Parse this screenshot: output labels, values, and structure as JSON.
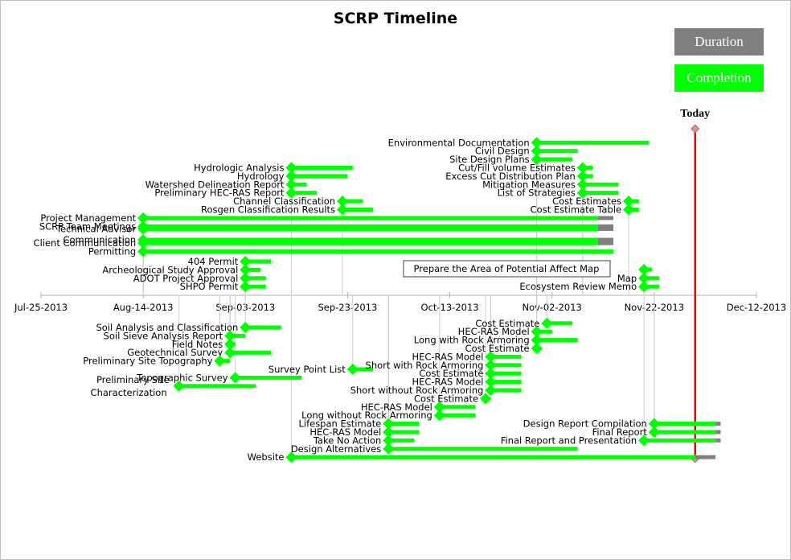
{
  "chart_data": {
    "type": "timeline",
    "title": "SCRP Timeline",
    "legend": [
      {
        "name": "Duration",
        "color": "#808080"
      },
      {
        "name": "Completion",
        "color": "#00ff00"
      }
    ],
    "axis": {
      "start": "2013-07-25",
      "end": "2013-12-12",
      "ticks": [
        "Jul-25-2013",
        "Aug-14-2013",
        "Sep-03-2013",
        "Sep-23-2013",
        "Oct-13-2013",
        "Nov-02-2013",
        "Nov-22-2013",
        "Dec-12-2013"
      ]
    },
    "today": {
      "label": "Today",
      "date": "2013-11-30"
    },
    "colors": {
      "completion": "#00ff00",
      "duration": "#808080",
      "today": "#ff0000",
      "marker": "#d9948e"
    },
    "callout": {
      "text": "Prepare the Area of Potential Affect Map"
    },
    "tasks": [
      {
        "label": "Environmental Documentation",
        "start": "2013-10-30",
        "end": "2013-11-21",
        "complete": "2013-11-21",
        "row": -9
      },
      {
        "label": "Civil Design",
        "start": "2013-10-30",
        "end": "2013-11-07",
        "complete": "2013-11-07",
        "row": -8
      },
      {
        "label": "Site Design Plans",
        "start": "2013-10-30",
        "end": "2013-11-06",
        "complete": "2013-11-06",
        "row": -7
      },
      {
        "label": "Cut/Fill volume Estimates",
        "start": "2013-11-08",
        "end": "2013-11-10",
        "complete": "2013-11-10",
        "row": -6
      },
      {
        "label": "Excess Cut Distribution Plan",
        "start": "2013-11-08",
        "end": "2013-11-10",
        "complete": "2013-11-10",
        "row": -5
      },
      {
        "label": "Mitigation Measures",
        "start": "2013-11-08",
        "end": "2013-11-15",
        "complete": "2013-11-15",
        "row": -4
      },
      {
        "label": "List of Strategies",
        "start": "2013-11-08",
        "end": "2013-11-15",
        "complete": "2013-11-15",
        "row": -3
      },
      {
        "label": "Cost Estimates",
        "start": "2013-11-17",
        "end": "2013-11-19",
        "complete": "2013-11-19",
        "row": -2
      },
      {
        "label": "Cost Estimate Table",
        "start": "2013-11-17",
        "end": "2013-11-19",
        "complete": "2013-11-19",
        "row": -1
      },
      {
        "label": "Hydrologic Analysis",
        "start": "2013-09-12",
        "end": "2013-09-24",
        "complete": "2013-09-24",
        "row": -6
      },
      {
        "label": "Hydrology",
        "start": "2013-09-12",
        "end": "2013-09-23",
        "complete": "2013-09-23",
        "row": -5
      },
      {
        "label": "Watershed Delineation Report",
        "start": "2013-09-12",
        "end": "2013-09-15",
        "complete": "2013-09-15",
        "row": -4
      },
      {
        "label": "Preliminary HEC-RAS Report",
        "start": "2013-09-12",
        "end": "2013-09-17",
        "complete": "2013-09-17",
        "row": -3
      },
      {
        "label": "Channel Classification",
        "start": "2013-09-22",
        "end": "2013-09-26",
        "complete": "2013-09-26",
        "row": -2
      },
      {
        "label": "Rosgen Classification Results",
        "start": "2013-09-22",
        "end": "2013-09-28",
        "complete": "2013-09-28",
        "row": -1
      },
      {
        "label": "Project Management",
        "start": "2013-08-14",
        "end": "2013-11-14",
        "complete": "2013-11-11",
        "row": 0
      },
      {
        "label": "SCRP Team Meetings",
        "start": "2013-08-14",
        "end": "2013-11-14",
        "complete": "2013-11-11",
        "row": 1
      },
      {
        "label": "Technical Advisor",
        "start": "2013-08-14",
        "end": "2013-11-14",
        "complete": "2013-11-11",
        "row": 1.3
      },
      {
        "label": "Communication",
        "start": "2013-08-14",
        "end": "2013-11-14",
        "complete": "2013-11-11",
        "row": 2.6
      },
      {
        "label": "Client Communication",
        "start": "2013-08-14",
        "end": "2013-11-14",
        "complete": "2013-11-11",
        "row": 3
      },
      {
        "label": "Permitting",
        "start": "2013-08-14",
        "end": "2013-11-14",
        "complete": "2013-11-14",
        "row": 4
      },
      {
        "label": "404 Permit",
        "start": "2013-09-03",
        "end": "2013-09-08",
        "complete": "2013-09-08",
        "row": 5
      },
      {
        "label": "Archeological Study Approval",
        "start": "2013-09-03",
        "end": "2013-09-06",
        "complete": "2013-09-06",
        "row": 6
      },
      {
        "label": "ADOT Project Approval",
        "start": "2013-09-03",
        "end": "2013-09-07",
        "complete": "2013-09-07",
        "row": 7
      },
      {
        "label": "SHPO Permit",
        "start": "2013-09-03",
        "end": "2013-09-07",
        "complete": "2013-09-07",
        "row": 8
      },
      {
        "label": "Map",
        "start": "2013-11-20",
        "end": "2013-11-23",
        "complete": "2013-11-23",
        "row": 7
      },
      {
        "label": "Ecosystem Review Memo",
        "start": "2013-11-20",
        "end": "2013-11-23",
        "complete": "2013-11-23",
        "row": 8
      },
      {
        "label": "Soil Analysis and Classification",
        "start": "2013-09-03",
        "end": "2013-09-10",
        "complete": "2013-09-10",
        "row": 10
      },
      {
        "label": "Soil Sieve Analysis Report",
        "start": "2013-08-31",
        "end": "2013-09-03",
        "complete": "2013-09-03",
        "row": 11
      },
      {
        "label": "Field Notes",
        "start": "2013-08-31",
        "end": "2013-09-01",
        "complete": "2013-09-01",
        "row": 12
      },
      {
        "label": "Geotechnical Survey",
        "start": "2013-08-31",
        "end": "2013-09-08",
        "complete": "2013-09-08",
        "row": 13
      },
      {
        "label": "Preliminary Site Topography",
        "start": "2013-08-29",
        "end": "2013-08-31",
        "complete": "2013-08-31",
        "row": 14
      },
      {
        "label": "Survey Point List",
        "start": "2013-09-24",
        "end": "2013-09-28",
        "complete": "2013-09-28",
        "row": 15
      },
      {
        "label": "Topographic Survey",
        "start": "2013-09-01",
        "end": "2013-09-14",
        "complete": "2013-09-14",
        "row": 16
      },
      {
        "label": "Preliminary Site Characterization",
        "start": "2013-08-21",
        "end": "2013-09-05",
        "complete": "2013-09-05",
        "row": 17
      },
      {
        "label": "Cost Estimate",
        "start": "2013-11-01",
        "end": "2013-11-06",
        "complete": "2013-11-06",
        "row": 9.5
      },
      {
        "label": "HEC-RAS Model",
        "start": "2013-10-30",
        "end": "2013-11-02",
        "complete": "2013-11-02",
        "row": 10.5
      },
      {
        "label": "Long with Rock Armoring",
        "start": "2013-10-30",
        "end": "2013-11-07",
        "complete": "2013-11-07",
        "row": 11.5
      },
      {
        "label": "Cost Estimate",
        "start": "2013-10-30",
        "end": "2013-10-31",
        "complete": "2013-10-31",
        "row": 12.5
      },
      {
        "label": "HEC-RAS Model",
        "start": "2013-10-21",
        "end": "2013-10-27",
        "complete": "2013-10-27",
        "row": 13.5
      },
      {
        "label": "Short with Rock Armoring",
        "start": "2013-10-21",
        "end": "2013-10-27",
        "complete": "2013-10-27",
        "row": 14.5
      },
      {
        "label": "Cost Estimate",
        "start": "2013-10-21",
        "end": "2013-10-27",
        "complete": "2013-10-27",
        "row": 15.5
      },
      {
        "label": "HEC-RAS Model",
        "start": "2013-10-21",
        "end": "2013-10-27",
        "complete": "2013-10-27",
        "row": 16.5
      },
      {
        "label": "Short without Rock Armoring",
        "start": "2013-10-21",
        "end": "2013-10-27",
        "complete": "2013-10-27",
        "row": 17.5
      },
      {
        "label": "Cost Estimate",
        "start": "2013-10-20",
        "end": "2013-10-21",
        "complete": "2013-10-21",
        "row": 18.5
      },
      {
        "label": "HEC-RAS Model",
        "start": "2013-10-11",
        "end": "2013-10-18",
        "complete": "2013-10-18",
        "row": 19.5
      },
      {
        "label": "Long without Rock Armoring",
        "start": "2013-10-11",
        "end": "2013-10-18",
        "complete": "2013-10-18",
        "row": 20.5
      },
      {
        "label": "Lifespan Estimate",
        "start": "2013-10-01",
        "end": "2013-10-07",
        "complete": "2013-10-07",
        "row": 21.5
      },
      {
        "label": "HEC-RAS Model",
        "start": "2013-10-01",
        "end": "2013-10-07",
        "complete": "2013-10-07",
        "row": 22.5
      },
      {
        "label": "Take No Action",
        "start": "2013-10-01",
        "end": "2013-10-06",
        "complete": "2013-10-06",
        "row": 23.5
      },
      {
        "label": "Design Alternatives",
        "start": "2013-10-01",
        "end": "2013-11-07",
        "complete": "2013-11-07",
        "row": 24.5
      },
      {
        "label": "Website",
        "start": "2013-09-12",
        "end": "2013-12-04",
        "complete": "2013-11-30",
        "row": 25.5
      },
      {
        "label": "Design Report Compilation",
        "start": "2013-11-22",
        "end": "2013-12-05",
        "complete": "2013-12-04",
        "row": 21.5
      },
      {
        "label": "Final Report",
        "start": "2013-11-22",
        "end": "2013-12-05",
        "complete": "2013-12-04",
        "row": 22.5
      },
      {
        "label": "Final Report and Presentation",
        "start": "2013-11-20",
        "end": "2013-12-05",
        "complete": "2013-12-04",
        "row": 23.5
      }
    ]
  }
}
